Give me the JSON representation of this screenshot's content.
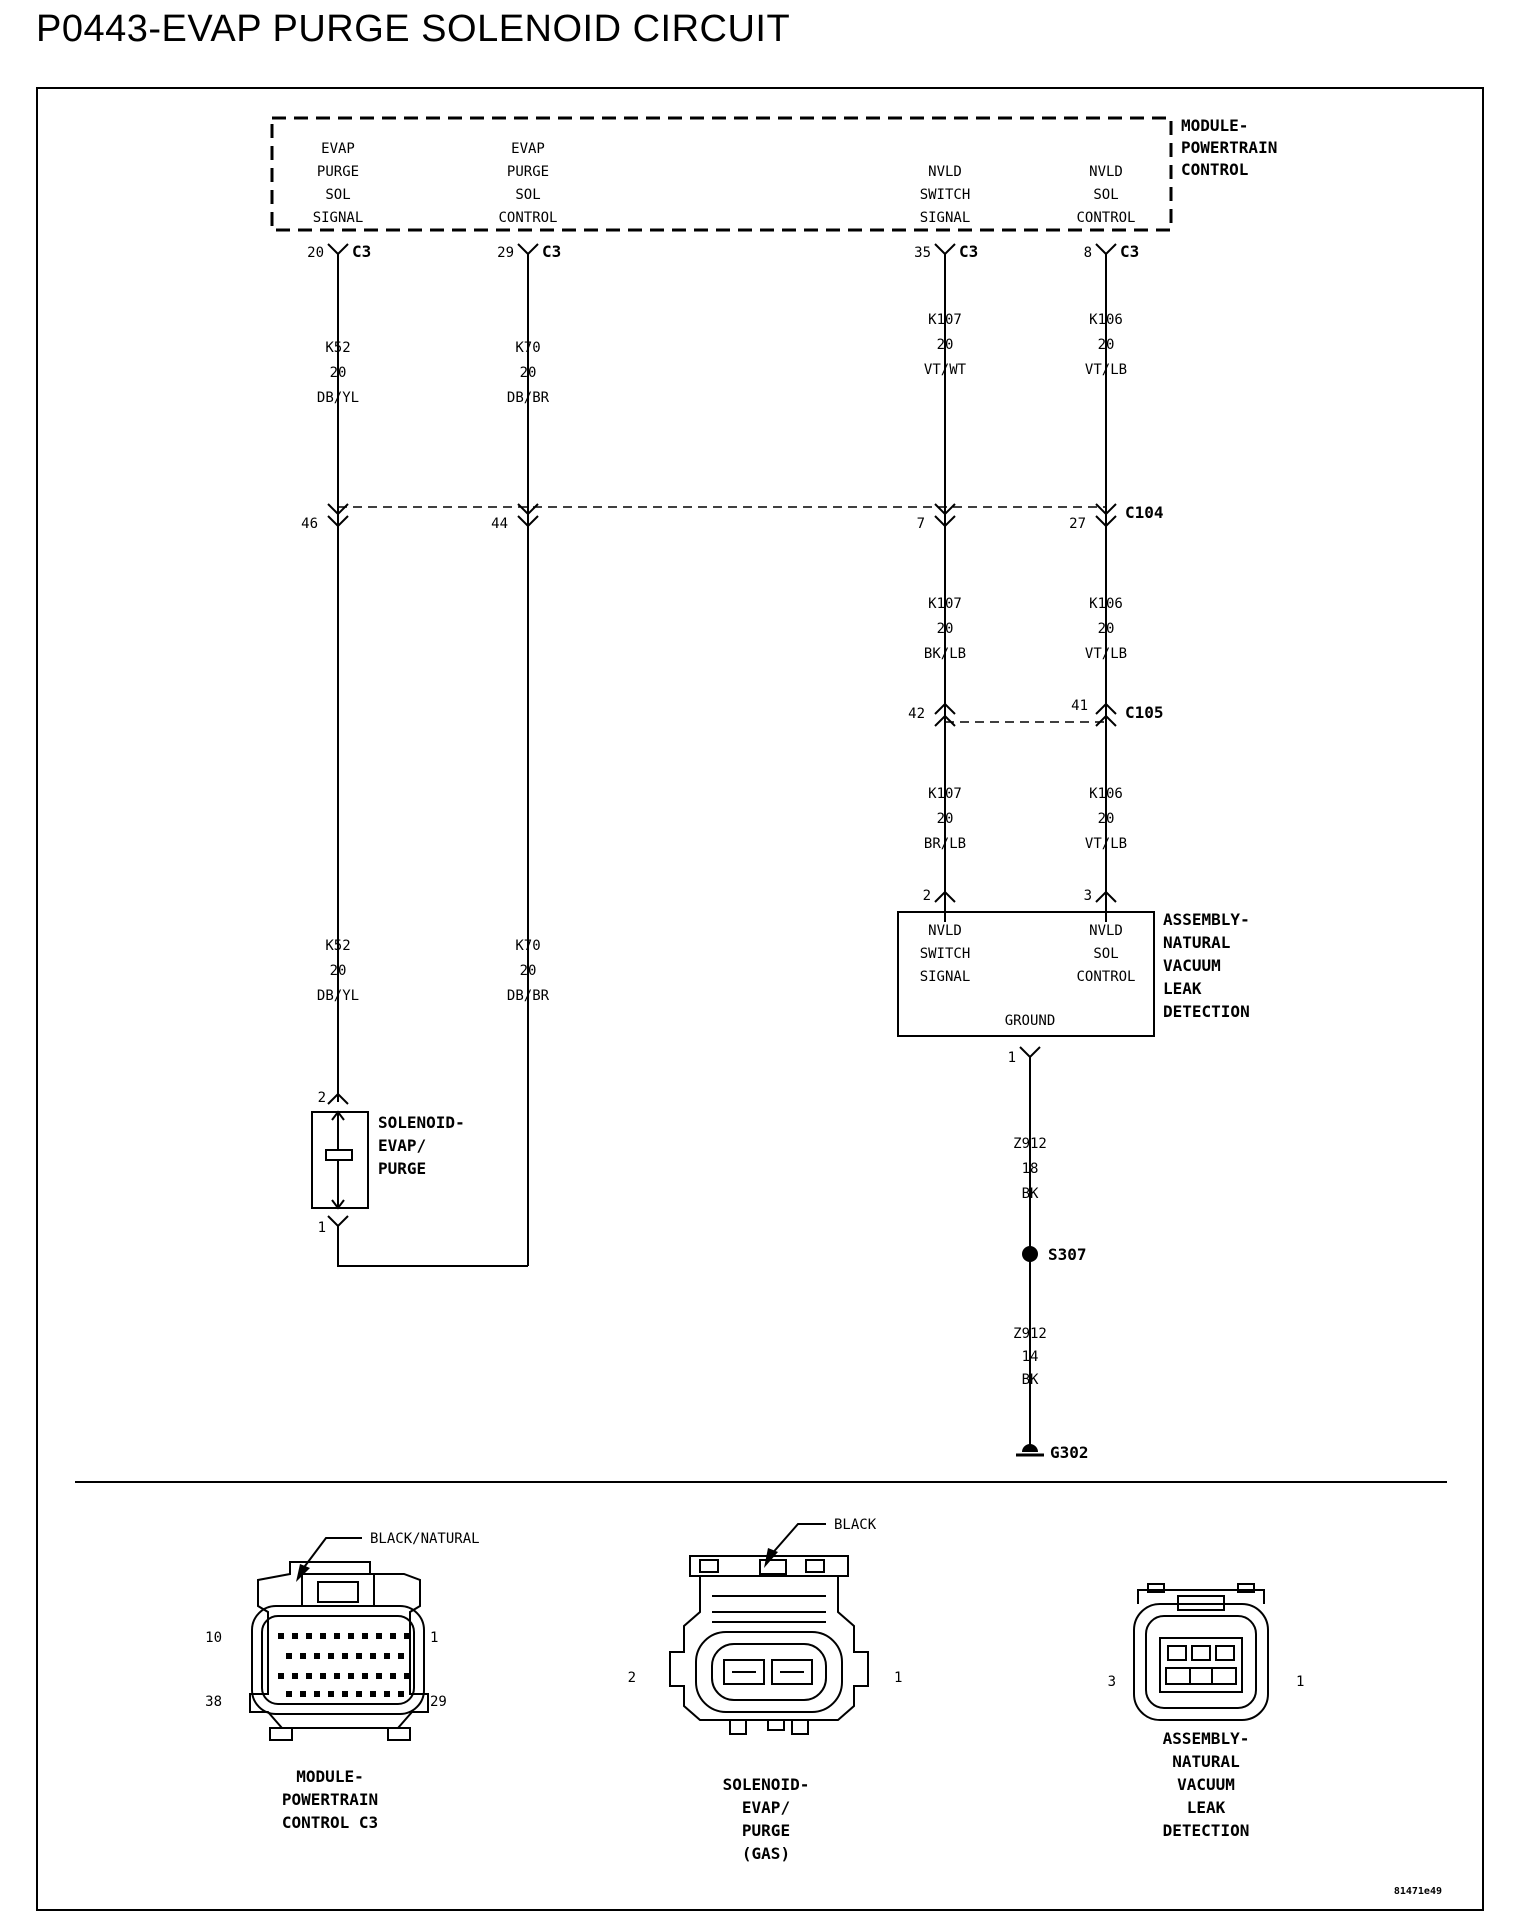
{
  "title": "P0443-EVAP PURGE SOLENOID CIRCUIT",
  "pcm": {
    "name": [
      "MODULE-",
      "POWERTRAIN",
      "CONTROL"
    ],
    "pins": [
      {
        "label": [
          "EVAP",
          "PURGE",
          "SOL",
          "SIGNAL"
        ],
        "pin": "20",
        "connector": "C3"
      },
      {
        "label": [
          "EVAP",
          "PURGE",
          "SOL",
          "CONTROL"
        ],
        "pin": "29",
        "connector": "C3"
      },
      {
        "label": [
          "NVLD",
          "SWITCH",
          "SIGNAL"
        ],
        "pin": "35",
        "connector": "C3"
      },
      {
        "label": [
          "NVLD",
          "SOL",
          "CONTROL"
        ],
        "pin": "8",
        "connector": "C3"
      }
    ]
  },
  "wires": {
    "k52_upper": [
      "K52",
      "20",
      "DB/YL"
    ],
    "k70_upper": [
      "K70",
      "20",
      "DB/BR"
    ],
    "k107_upper": [
      "K107",
      "20",
      "VT/WT"
    ],
    "k106_upper": [
      "K106",
      "20",
      "VT/LB"
    ],
    "k107_mid": [
      "K107",
      "20",
      "BK/LB"
    ],
    "k106_mid": [
      "K106",
      "20",
      "VT/LB"
    ],
    "k107_lower": [
      "K107",
      "20",
      "BR/LB"
    ],
    "k106_lower": [
      "K106",
      "20",
      "VT/LB"
    ],
    "k52_lower": [
      "K52",
      "20",
      "DB/YL"
    ],
    "k70_lower": [
      "K70",
      "20",
      "DB/BR"
    ],
    "z912_upper": [
      "Z912",
      "18",
      "BK"
    ],
    "z912_lower": [
      "Z912",
      "14",
      "BK"
    ]
  },
  "c104": {
    "name": "C104",
    "pins": [
      "46",
      "44",
      "7",
      "27"
    ]
  },
  "c105": {
    "name": "C105",
    "pins": [
      "42",
      "41"
    ]
  },
  "nvld": {
    "pins": [
      "2",
      "3",
      "1"
    ],
    "left": [
      "NVLD",
      "SWITCH",
      "SIGNAL"
    ],
    "right": [
      "NVLD",
      "SOL",
      "CONTROL"
    ],
    "ground": "GROUND",
    "name": [
      "ASSEMBLY-",
      "NATURAL",
      "VACUUM",
      "LEAK",
      "DETECTION"
    ]
  },
  "solenoid": {
    "pins": [
      "2",
      "1"
    ],
    "name": [
      "SOLENOID-",
      "EVAP/",
      "PURGE"
    ]
  },
  "splice": "S307",
  "ground_point": "G302",
  "connectors": {
    "pcm": {
      "color": "BLACK/NATURAL",
      "pins": [
        "10",
        "1",
        "38",
        "29"
      ],
      "name": [
        "MODULE-",
        "POWERTRAIN",
        "CONTROL C3"
      ]
    },
    "solenoid": {
      "color": "BLACK",
      "pins": [
        "2",
        "1"
      ],
      "name": [
        "SOLENOID-",
        "EVAP/",
        "PURGE",
        "(GAS)"
      ]
    },
    "nvld": {
      "pins": [
        "3",
        "1"
      ],
      "name": [
        "ASSEMBLY-",
        "NATURAL",
        "VACUUM",
        "LEAK",
        "DETECTION"
      ]
    }
  },
  "figure_id": "81471e49"
}
